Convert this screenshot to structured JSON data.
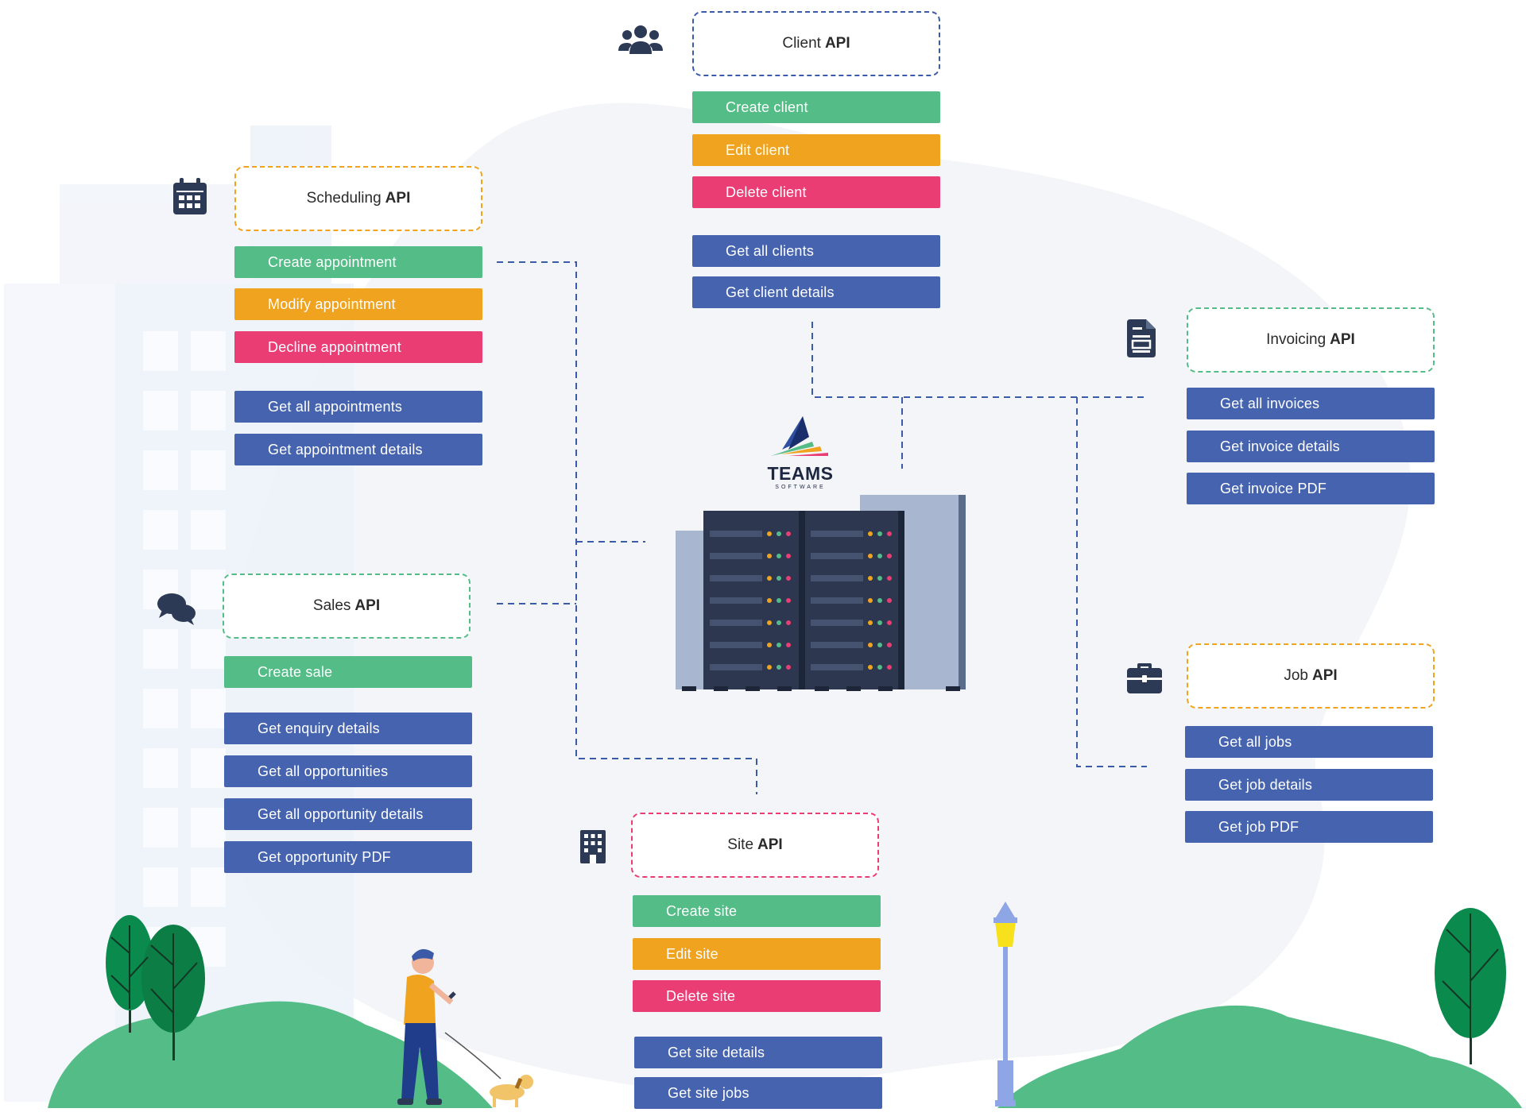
{
  "colors": {
    "create": "#54bd87",
    "edit": "#f0a31e",
    "delete": "#ea3d73",
    "get": "#4563ae",
    "connector": "#3b5aa8",
    "icon": "#2c3a55"
  },
  "logo": {
    "name": "TEAMS",
    "sub": "SOFTWARE"
  },
  "apis": {
    "client": {
      "name": "Client",
      "suffix": "API",
      "icon": "users-icon",
      "border": "#3b5aa8",
      "actions": [
        "Create client",
        "Edit client",
        "Delete client",
        "Get all clients",
        "Get client details"
      ]
    },
    "scheduling": {
      "name": "Scheduling",
      "suffix": "API",
      "icon": "calendar-icon",
      "border": "#f0a31e",
      "actions": [
        "Create appointment",
        "Modify appointment",
        "Decline appointment",
        "Get all appointments",
        "Get appointment details"
      ]
    },
    "invoicing": {
      "name": "Invoicing",
      "suffix": "API",
      "icon": "invoice-icon",
      "border": "#54bd87",
      "actions": [
        "Get all invoices",
        "Get invoice details",
        "Get invoice PDF"
      ]
    },
    "sales": {
      "name": "Sales",
      "suffix": "API",
      "icon": "chat-icon",
      "border": "#54bd87",
      "actions": [
        "Create sale",
        "Get enquiry details",
        "Get all opportunities",
        "Get all opportunity details",
        "Get opportunity PDF"
      ]
    },
    "job": {
      "name": "Job",
      "suffix": "API",
      "icon": "briefcase-icon",
      "border": "#f0a31e",
      "actions": [
        "Get all jobs",
        "Get job details",
        "Get job PDF"
      ]
    },
    "site": {
      "name": "Site",
      "suffix": "API",
      "icon": "building-icon",
      "border": "#ea3d73",
      "actions": [
        "Create site",
        "Edit site",
        "Delete site",
        "Get site details",
        "Get site jobs"
      ]
    }
  }
}
